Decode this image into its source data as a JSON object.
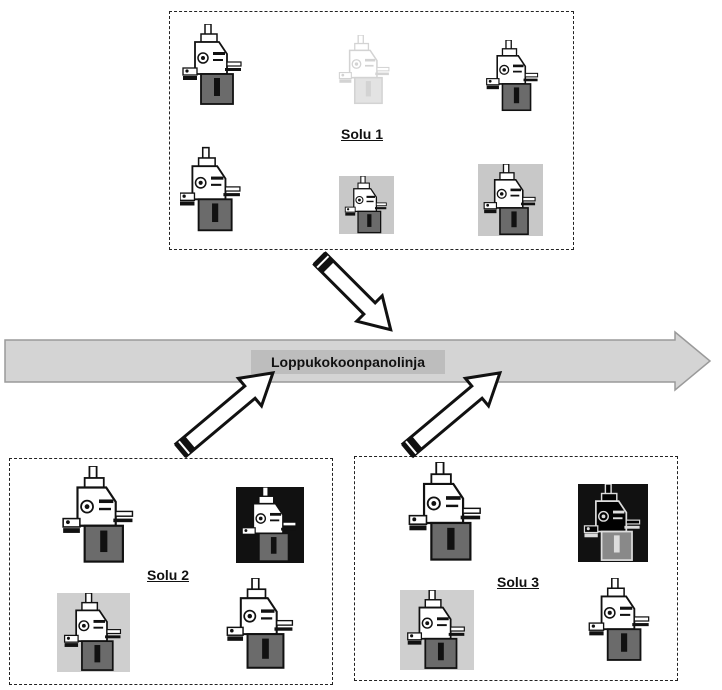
{
  "assembly_line": {
    "label": "Loppukokoonpanolinja"
  },
  "cells": [
    {
      "label": "Solu 1"
    },
    {
      "label": "Solu 2"
    },
    {
      "label": "Solu 3"
    }
  ],
  "colors": {
    "line_fill": "#d4d4d4",
    "line_stroke": "#9a9a9a",
    "arrow_stroke": "#111111",
    "device_dark": "#6b6b6b",
    "device_light": "#f2f2f2"
  },
  "icons": [
    "lock-device-icon",
    "transfer-arrow-icon",
    "line-arrow-icon"
  ]
}
